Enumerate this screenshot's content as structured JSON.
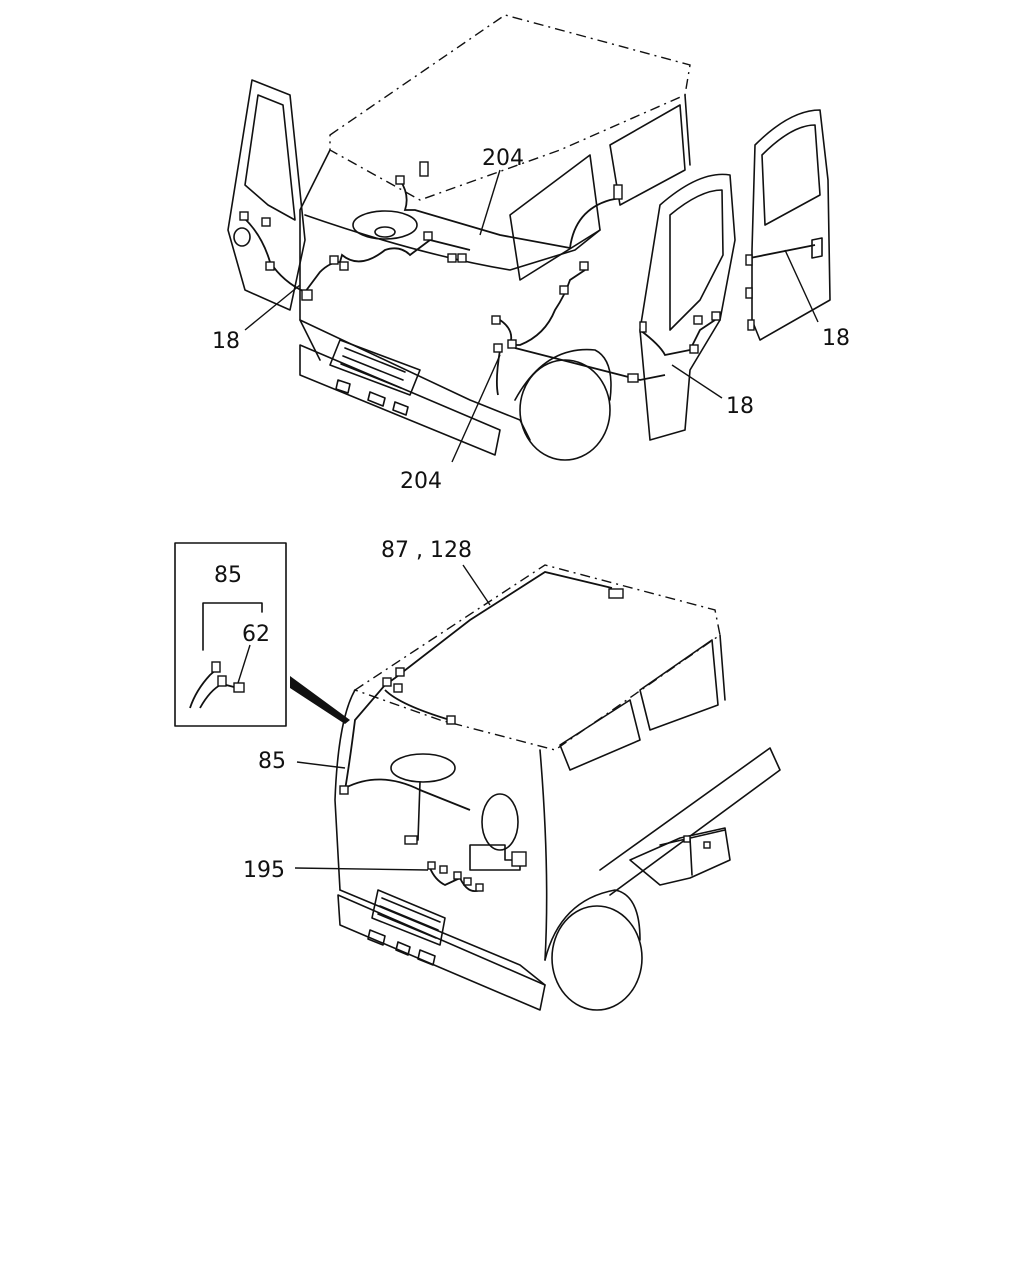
{
  "diagram": {
    "top_callouts": {
      "left_door_harness": "18",
      "roof_harness_upper": "204",
      "right_door_harness": "18",
      "rear_door_harness": "18",
      "roof_harness_lower": "204"
    },
    "bottom_callouts": {
      "inset_top": "85",
      "inset_sub": "62",
      "roof_wire": "87 , 128",
      "pillar_wire": "85",
      "engine_wire": "195"
    }
  }
}
